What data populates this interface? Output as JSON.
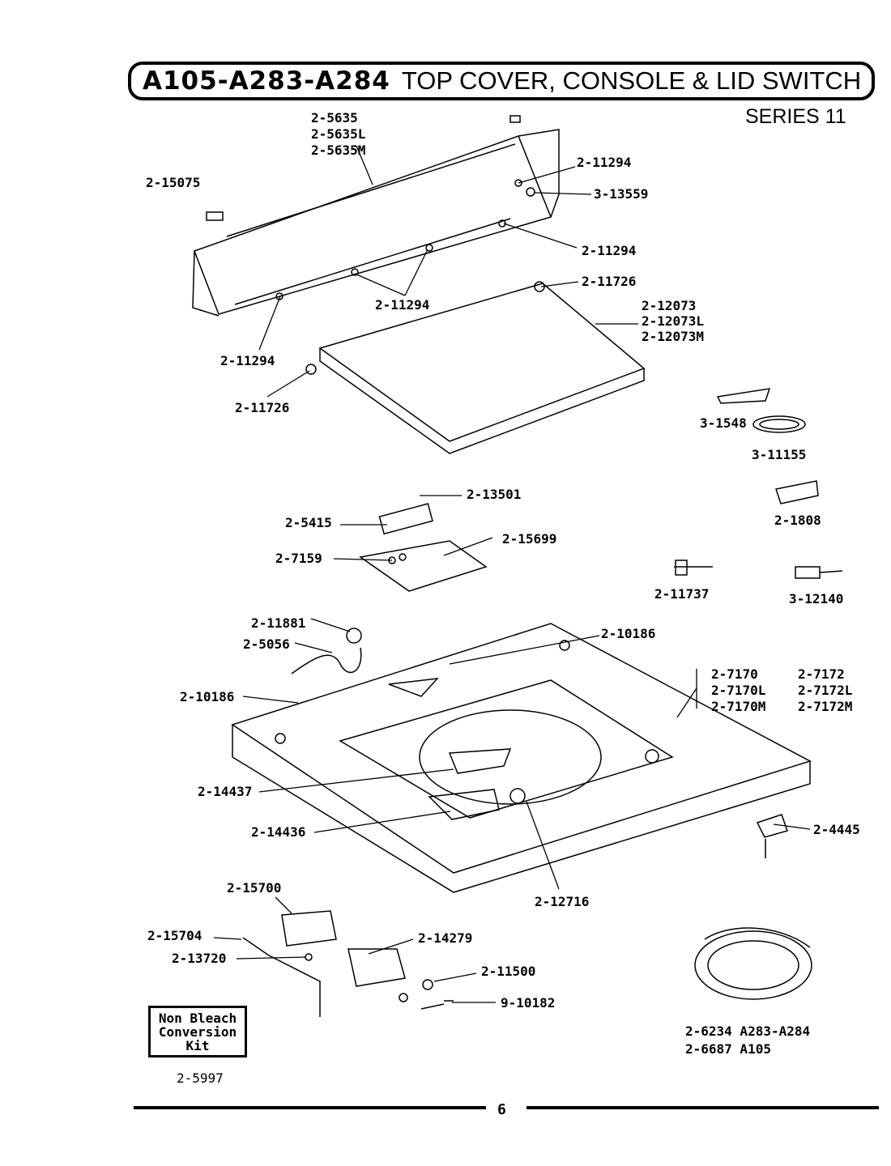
{
  "header": {
    "models": "A105-A283-A284",
    "title": "TOP COVER, CONSOLE & LID SWITCH",
    "series": "SERIES 11"
  },
  "parts": {
    "console": [
      "2-5635",
      "2-5635L",
      "2-5635M"
    ],
    "p_2_15075": "2-15075",
    "p_2_11294_top": "2-11294",
    "p_3_13559": "3-13559",
    "p_2_11294_right": "2-11294",
    "p_2_11726_right": "2-11726",
    "p_2_11294_mid": "2-11294",
    "p_2_11294_left": "2-11294",
    "lid": [
      "2-12073",
      "2-12073L",
      "2-12073M"
    ],
    "p_2_11726_left": "2-11726",
    "p_3_1548": "3-1548",
    "p_3_11155": "3-11155",
    "p_2_13501": "2-13501",
    "p_2_1808": "2-1808",
    "p_2_5415": "2-5415",
    "p_2_15699": "2-15699",
    "p_2_7159": "2-7159",
    "p_2_11737": "2-11737",
    "p_3_12140": "3-12140",
    "p_2_11881": "2-11881",
    "p_2_10186_right": "2-10186",
    "p_2_5056": "2-5056",
    "top_cover_col1": [
      "2-7170",
      "2-7170L",
      "2-7170M"
    ],
    "top_cover_col2": [
      "2-7172",
      "2-7172L",
      "2-7172M"
    ],
    "p_2_10186_left": "2-10186",
    "p_2_14437": "2-14437",
    "p_2_14436": "2-14436",
    "p_2_4445": "2-4445",
    "p_2_12716": "2-12716",
    "p_2_15700": "2-15700",
    "p_2_15704": "2-15704",
    "p_2_14279": "2-14279",
    "p_2_13720": "2-13720",
    "p_2_11500": "2-11500",
    "p_9_10182": "9-10182",
    "harness": [
      "2-6234 A283-A284",
      "2-6687 A105"
    ]
  },
  "kit": {
    "lines": [
      "Non Bleach",
      "Conversion",
      "Kit"
    ],
    "part": "2-5997"
  },
  "page_number": "6"
}
